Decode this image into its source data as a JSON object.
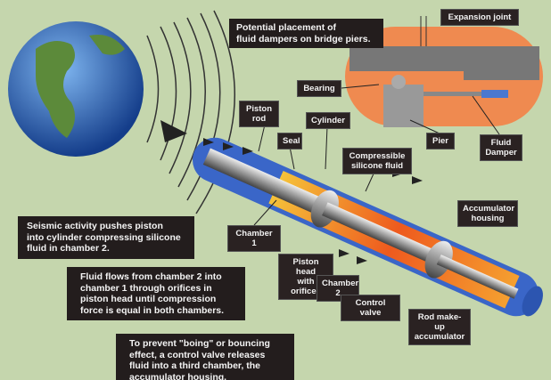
{
  "labels": {
    "expansion_joint": "Expansion joint",
    "placement": "Potential placement of\nfluid dampers on bridge piers.",
    "bearing": "Bearing",
    "piston_rod": "Piston\nrod",
    "cylinder": "Cylinder",
    "seal": "Seal",
    "compressible_fluid": "Compressible\nsilicone fluid",
    "pier": "Pier",
    "fluid_damper": "Fluid\nDamper",
    "accumulator_housing": "Accumulator\nhousing",
    "chamber_1": "Chamber 1",
    "piston_head": "Piston head\nwith orifices",
    "chamber_2": "Chamber 2",
    "control_valve": "Control valve",
    "rod_makeup": "Rod make-up\naccumulator"
  },
  "captions": {
    "step1": "Seismic activity pushes piston\ninto cylinder compressing silicone\nfluid in chamber 2.",
    "step2": "Fluid flows from chamber 2 into\nchamber 1 through orifices in\npiston head until compression\nforce is equal in both chambers.",
    "step3": "To prevent \"boing\" or bouncing\neffect, a control valve releases\nfluid into a third chamber, the\naccumulator housing."
  },
  "colors": {
    "background": "#c5d6ad",
    "fluid": "#f08a2a",
    "cylinder": "#3a66c8",
    "label_bg": "#2a2222"
  }
}
